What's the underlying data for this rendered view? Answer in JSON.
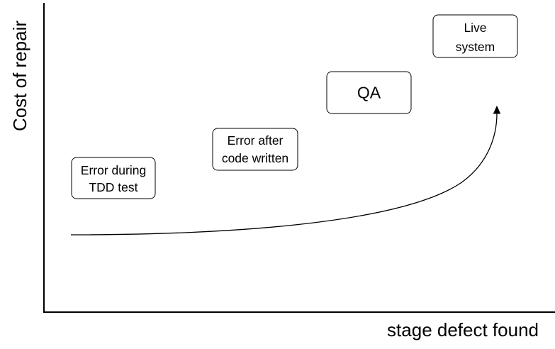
{
  "axes": {
    "y_label": "Cost of repair",
    "x_label": "stage defect found"
  },
  "stages": [
    {
      "lines": [
        "Error during",
        "TDD test"
      ]
    },
    {
      "lines": [
        "Error after",
        "code written"
      ]
    },
    {
      "lines": [
        "QA"
      ]
    },
    {
      "lines": [
        "Live",
        "system"
      ]
    }
  ]
}
